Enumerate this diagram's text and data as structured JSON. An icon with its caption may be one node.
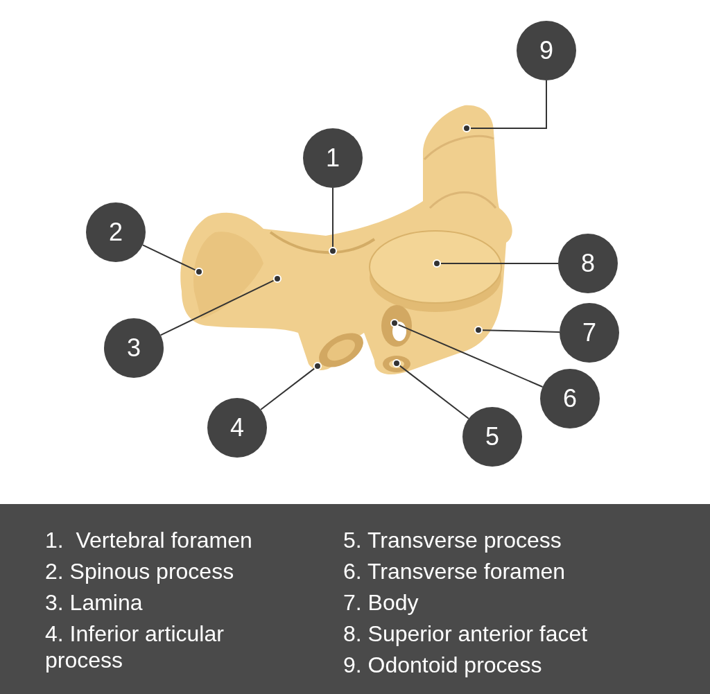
{
  "diagram": {
    "nodes": [
      {
        "text": [
          "1"
        ]
      },
      {
        "text": [
          "2"
        ]
      },
      {
        "text": [
          "3"
        ]
      },
      {
        "text": [
          "4"
        ]
      },
      {
        "text": [
          "5"
        ]
      },
      {
        "text": [
          "6"
        ]
      },
      {
        "text": [
          "7"
        ]
      },
      {
        "text": [
          "8"
        ]
      },
      {
        "text": [
          "9"
        ]
      },
      {
        "text": [],
        "shape": "circle"
      },
      {
        "text": [],
        "shape": "circle"
      },
      {
        "text": [],
        "shape": "circle"
      },
      {
        "text": [],
        "shape": "circle"
      },
      {
        "text": [],
        "shape": "circle"
      },
      {
        "text": [],
        "shape": "circle"
      },
      {
        "text": [],
        "shape": "circle"
      },
      {
        "text": [],
        "shape": "circle"
      },
      {
        "text": [],
        "shape": "circle"
      }
    ],
    "edges": [
      {
        "from": 0,
        "to": 9,
        "arrow": "none"
      },
      {
        "from": 1,
        "to": 10,
        "arrow": "none"
      },
      {
        "from": 2,
        "to": 11,
        "arrow": "none"
      },
      {
        "from": 3,
        "to": 12,
        "arrow": "none"
      },
      {
        "from": 4,
        "to": 13,
        "arrow": "none"
      },
      {
        "from": 5,
        "to": 14,
        "arrow": "none"
      },
      {
        "from": 6,
        "to": 15,
        "arrow": "none"
      },
      {
        "from": 7,
        "to": 16,
        "arrow": "none"
      },
      {
        "from": 8,
        "to": 17,
        "arrow": "none"
      }
    ],
    "labels": [
      "1.  Vertebral foramen",
      "5. Transverse process",
      "2. Spinous process",
      "6. Transverse foramen",
      "3. Lamina",
      "7. Body",
      "4. Inferior articular process",
      "8. Superior anterior facet",
      "9. Odontoid process"
    ]
  }
}
